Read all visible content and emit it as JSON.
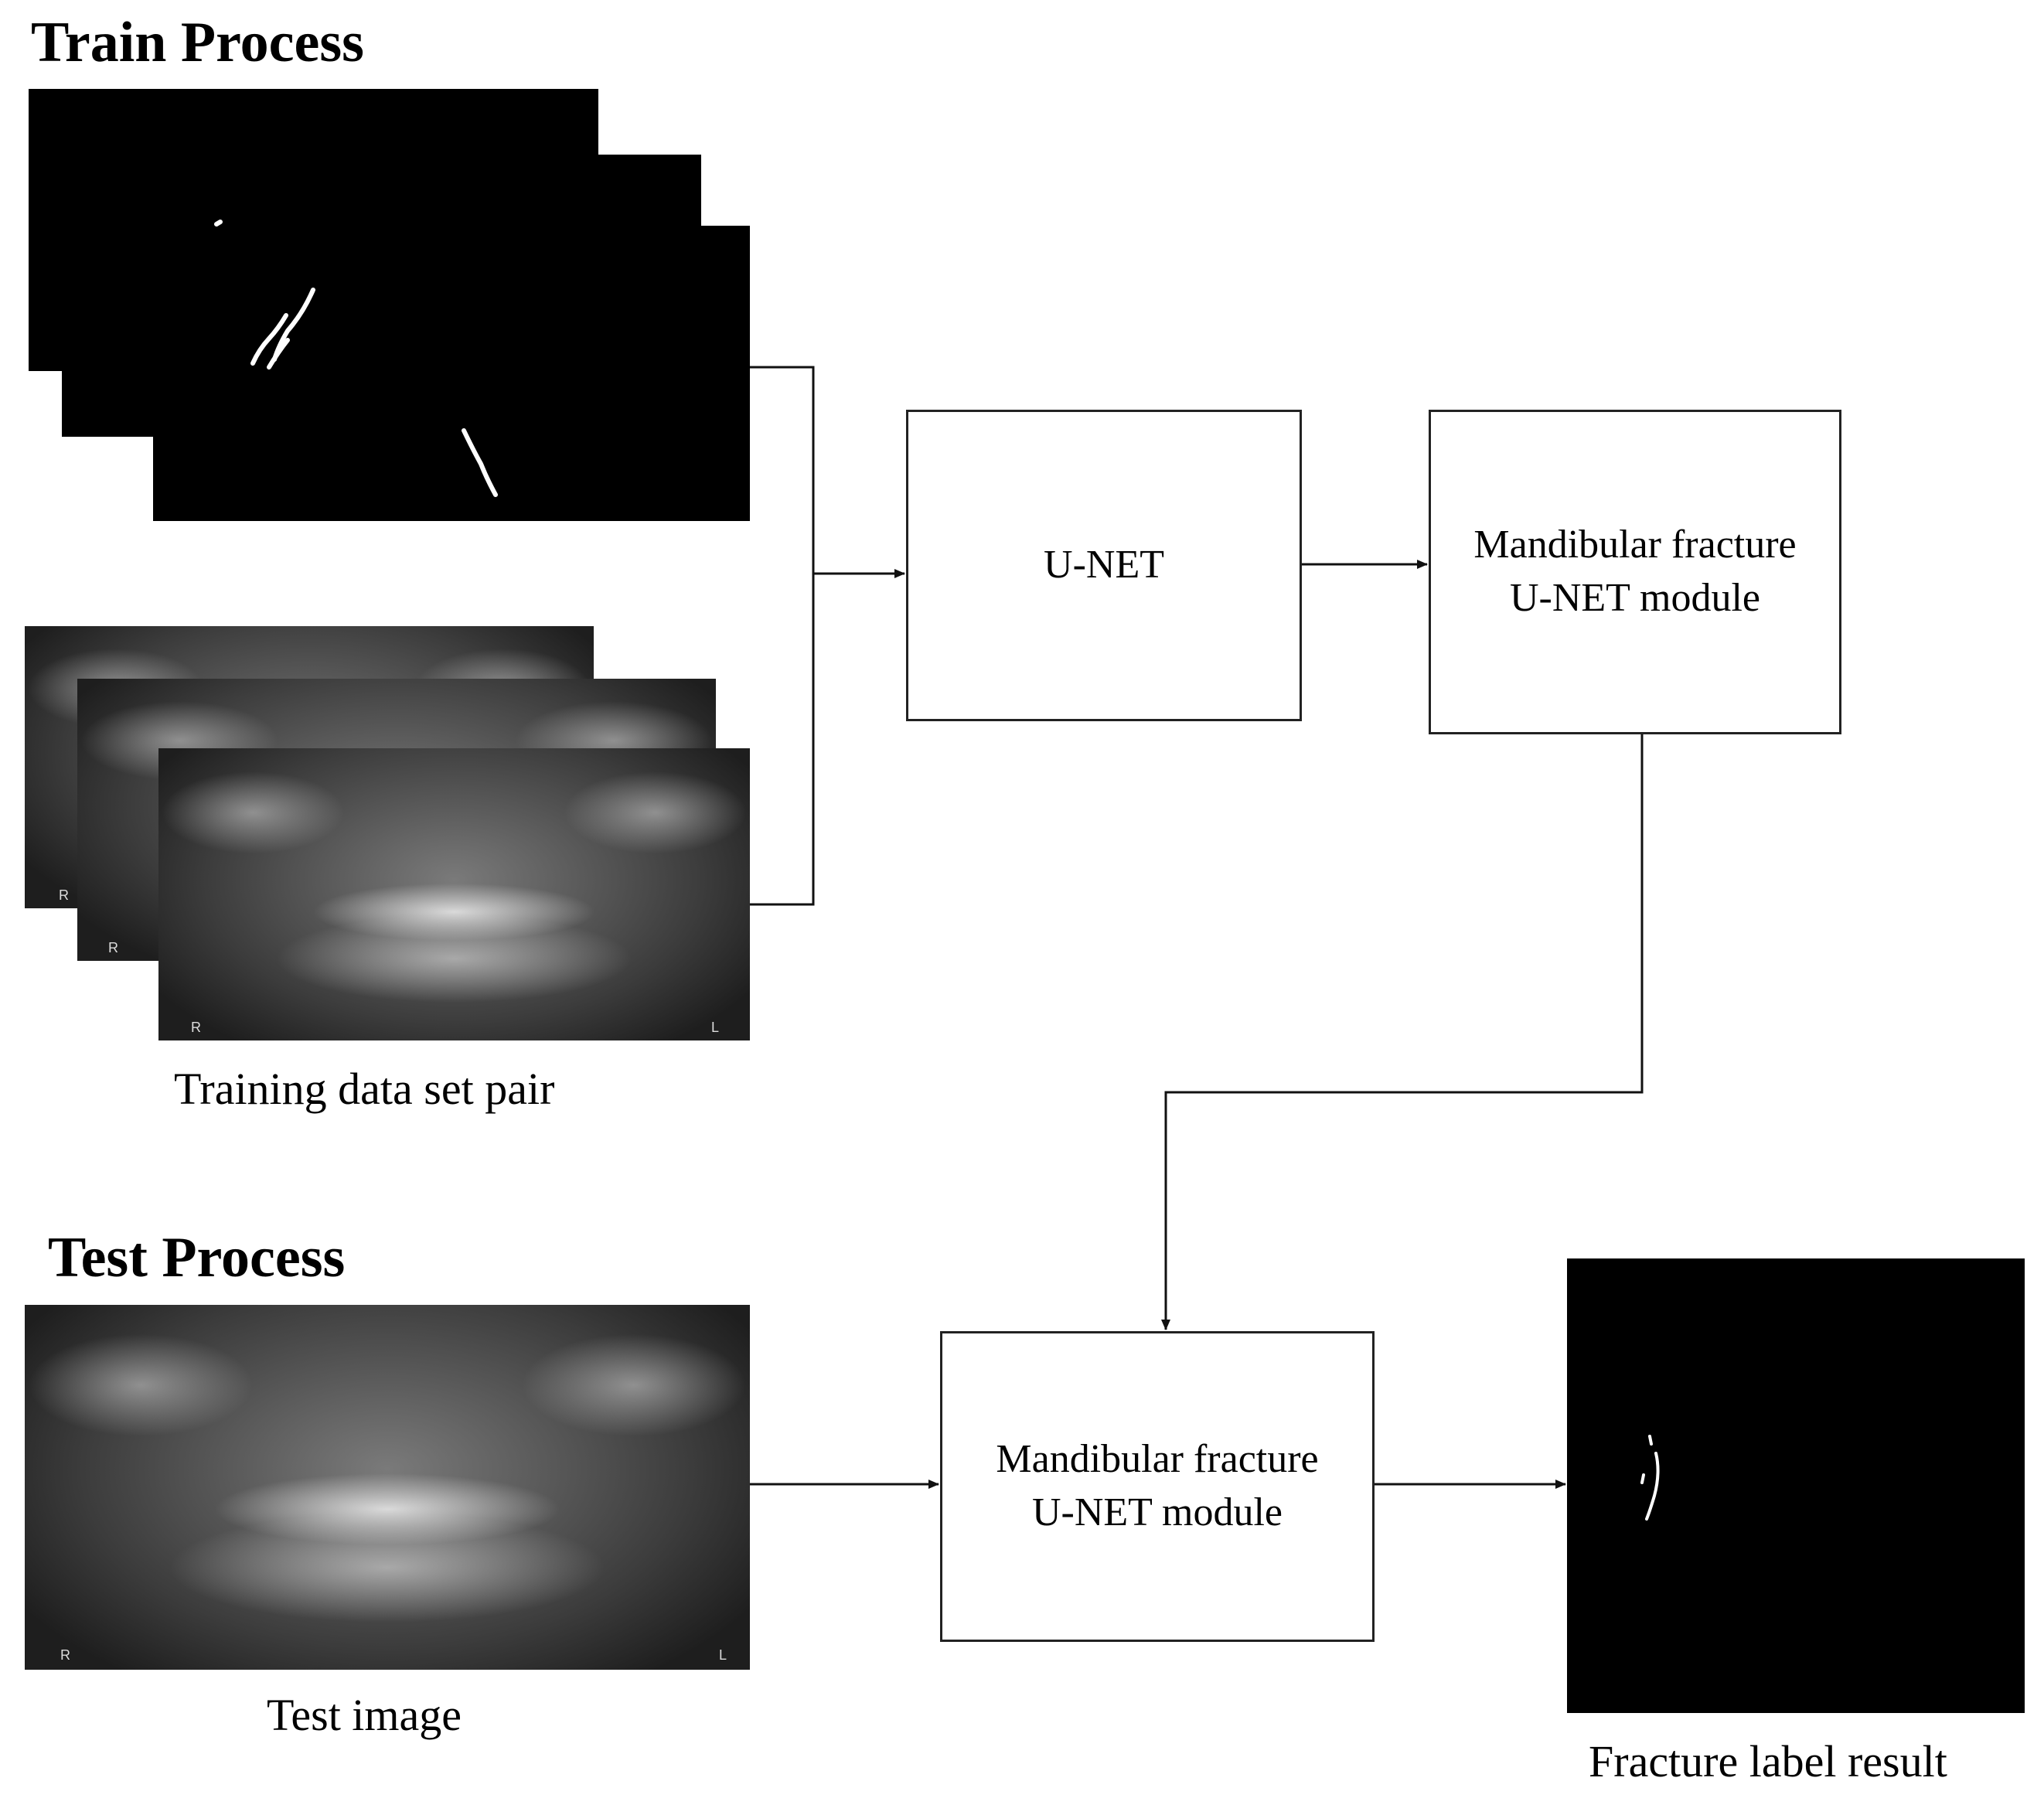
{
  "train": {
    "heading": "Train Process",
    "caption": "Training data set pair"
  },
  "test": {
    "heading": "Test Process",
    "caption": "Test image"
  },
  "boxes": {
    "unet": {
      "label": "U-NET"
    },
    "module_train": {
      "line1": "Mandibular fracture",
      "line2": "U-NET module"
    },
    "module_test": {
      "line1": "Mandibular fracture",
      "line2": "U-NET module"
    }
  },
  "result": {
    "caption": "Fracture label result"
  },
  "xray_marks": {
    "right_side": "R",
    "left_side": "L"
  },
  "colors": {
    "line": "#111111",
    "box_border": "#222222",
    "mask_background": "#000000",
    "fracture_line": "#ffffff"
  }
}
